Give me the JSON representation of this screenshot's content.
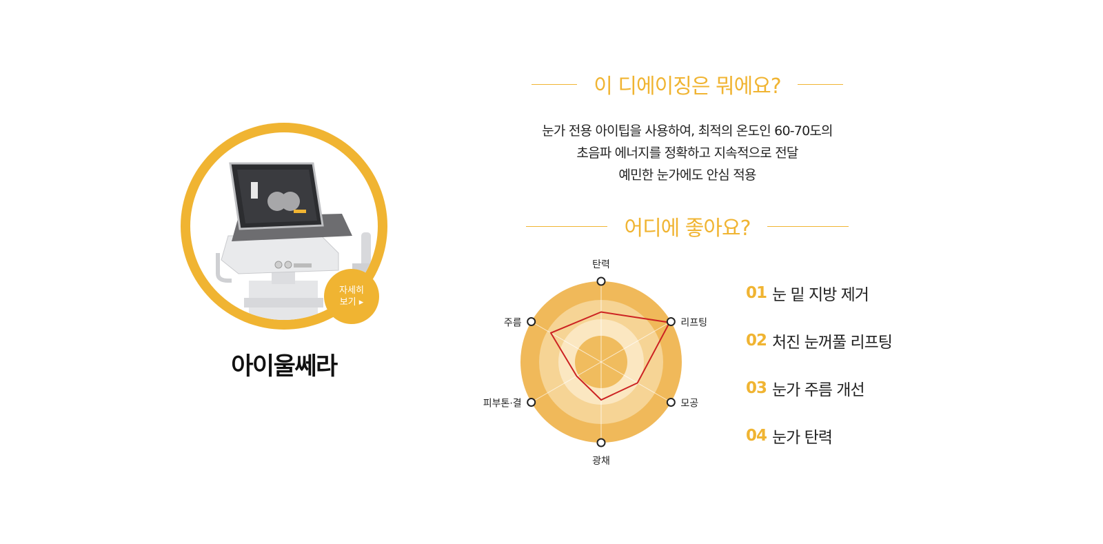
{
  "product": {
    "name": "아이울쎄라",
    "detail_button_line1": "자세히",
    "detail_button_line2": "보기",
    "detail_arrow_icon": "play-triangle-icon"
  },
  "section1": {
    "title": "이 디에이징은 뭐에요?",
    "lines": [
      "눈가 전용 아이팁을 사용하여, 최적의 온도인 60-70도의",
      "초음파 에너지를 정확하고 지속적으로 전달",
      "예민한 눈가에도 안심 적용"
    ]
  },
  "section2": {
    "title": "어디에 좋아요?"
  },
  "radar": {
    "axes": [
      "탄력",
      "리프팅",
      "모공",
      "광채",
      "피부톤·결",
      "주름"
    ],
    "values": [
      0.62,
      0.98,
      0.52,
      0.47,
      0.35,
      0.72
    ],
    "colors": {
      "outer": "#f0b95a",
      "band2": "#f6d495",
      "band3": "#fbe7c1",
      "center": "#f0bc5e",
      "line": "#cc2222"
    }
  },
  "benefits": [
    {
      "num": "01",
      "text": "눈 밑 지방 제거"
    },
    {
      "num": "02",
      "text": "처진 눈꺼풀 리프팅"
    },
    {
      "num": "03",
      "text": "눈가 주름 개선"
    },
    {
      "num": "04",
      "text": "눈가 탄력"
    }
  ],
  "colors": {
    "accent": "#f0b432"
  }
}
